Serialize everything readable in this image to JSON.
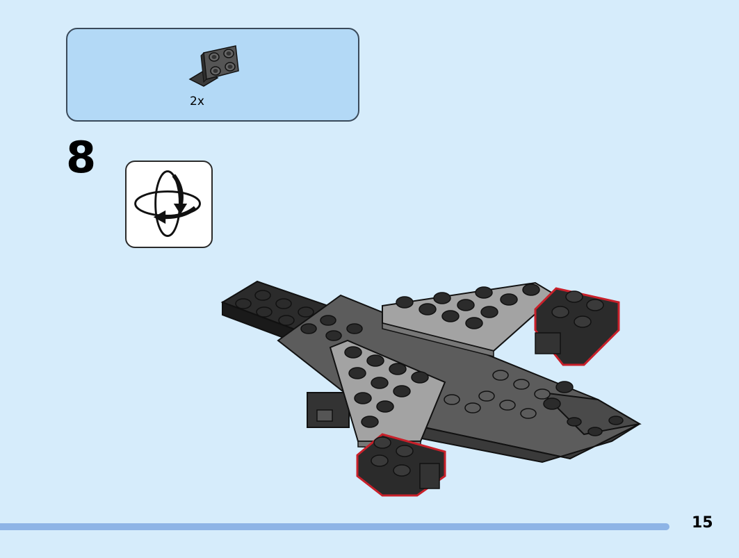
{
  "parts_callout": {
    "items": [
      {
        "icon": "dark-gray-bracket-1x2-2x2-icon",
        "quantity": "2x"
      }
    ]
  },
  "step": {
    "number": "8",
    "rotate_icon": "rotate-model-icon"
  },
  "model": {
    "icon": "jet-model-assembly-icon",
    "highlight_color": "#c8202a",
    "brick_colors": {
      "black": "#2b2b2b",
      "dark_gray": "#5c5c5c",
      "light_gray": "#a3a3a3"
    }
  },
  "footer": {
    "page_number": "15",
    "bar_color": "#8eb4e6"
  }
}
